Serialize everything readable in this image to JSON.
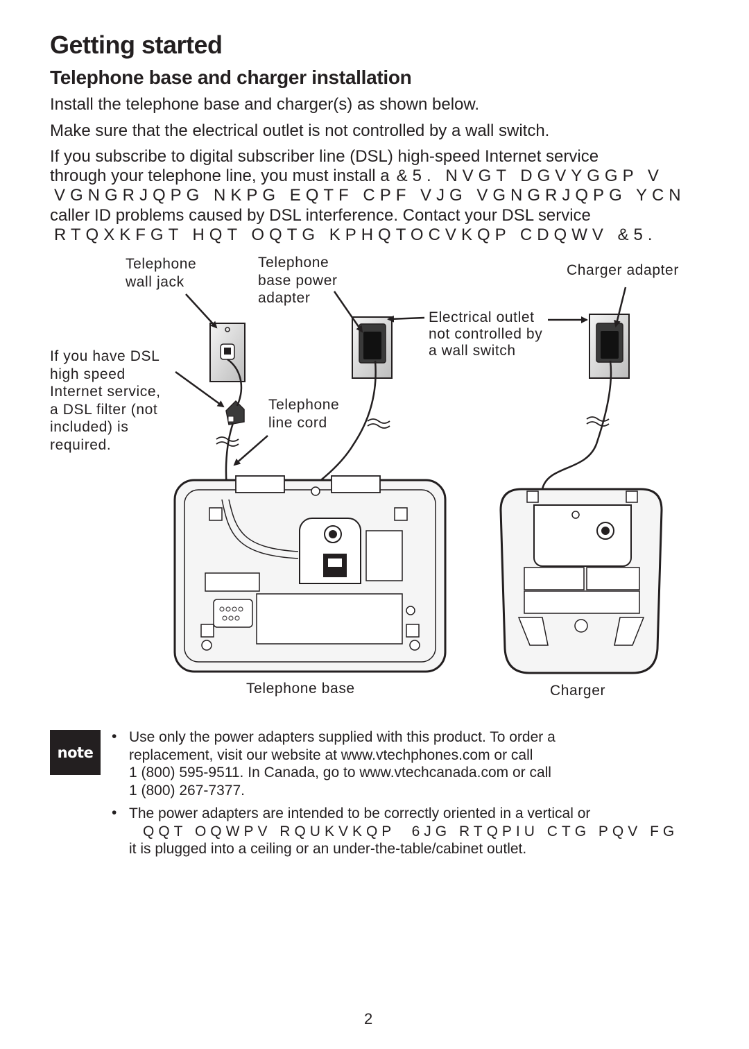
{
  "heading": {
    "title": "Getting started",
    "subtitle": "Telephone base and charger installation"
  },
  "intro": {
    "p1": "Install the telephone base and charger(s) as shown below.",
    "p2": "Make sure that the electrical outlet is not controlled by a wall switch.",
    "p3_lines": [
      "If you subscribe to digital subscriber line (DSL) high-speed Internet service",
      "through your telephone line, you must install a",
      "caller ID problems caused by DSL interference. Contact your DSL service"
    ],
    "p3_garbled": [
      "&5.  NVGT DGVYGGP V",
      "VGNGRJQPG NKPG EQTF CPF VJG VGNGRJQPG YCN",
      "RTQXKFGT HQT OQTG KPHQTOCVKQP CDQWV &5."
    ]
  },
  "diagram": {
    "labels": {
      "wall_jack": "Telephone\nwall jack",
      "base_power_adapter": "Telephone\nbase power\nadapter",
      "charger_adapter": "Charger adapter",
      "electrical_outlet": "Electrical outlet\nnot controlled by\na wall switch",
      "dsl_note": "If you have DSL\nhigh speed\nInternet service,\na DSL filter (not\nincluded) is\nrequired.",
      "line_cord": "Telephone\nline cord",
      "telephone_base": "Telephone base",
      "charger": "Charger"
    }
  },
  "note": {
    "badge": "note",
    "bullet_symbol": "•",
    "item1": "Use only the power adapters supplied with this product. To order a\nreplacement, visit our website at www.vtechphones.com or call\n1 (800) 595-9511. In Canada, go to www.vtechcanada.com or call\n1 (800) 267-7377.",
    "item2_line1": "The power adapters are intended to be correctly oriented in a vertical or",
    "item2_garbled": "QQT OQWPV RQUKVKQP  6JG RTQPIU CTG PQV FG",
    "item2_line3": "it is plugged into a ceiling or an under-the-table/cabinet outlet."
  },
  "page_number": "2"
}
